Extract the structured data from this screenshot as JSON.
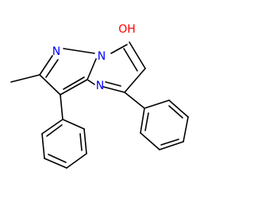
{
  "molecule": {
    "labels": {
      "hydroxyl": "OH",
      "n_pyrazole": "N",
      "n_bridge": "N",
      "n_pyrimidine": "N"
    },
    "colors": {
      "bond": "#000000",
      "nitrogen": "#0000ff",
      "oxygen": "#ff0000",
      "background": "#ffffff"
    }
  }
}
